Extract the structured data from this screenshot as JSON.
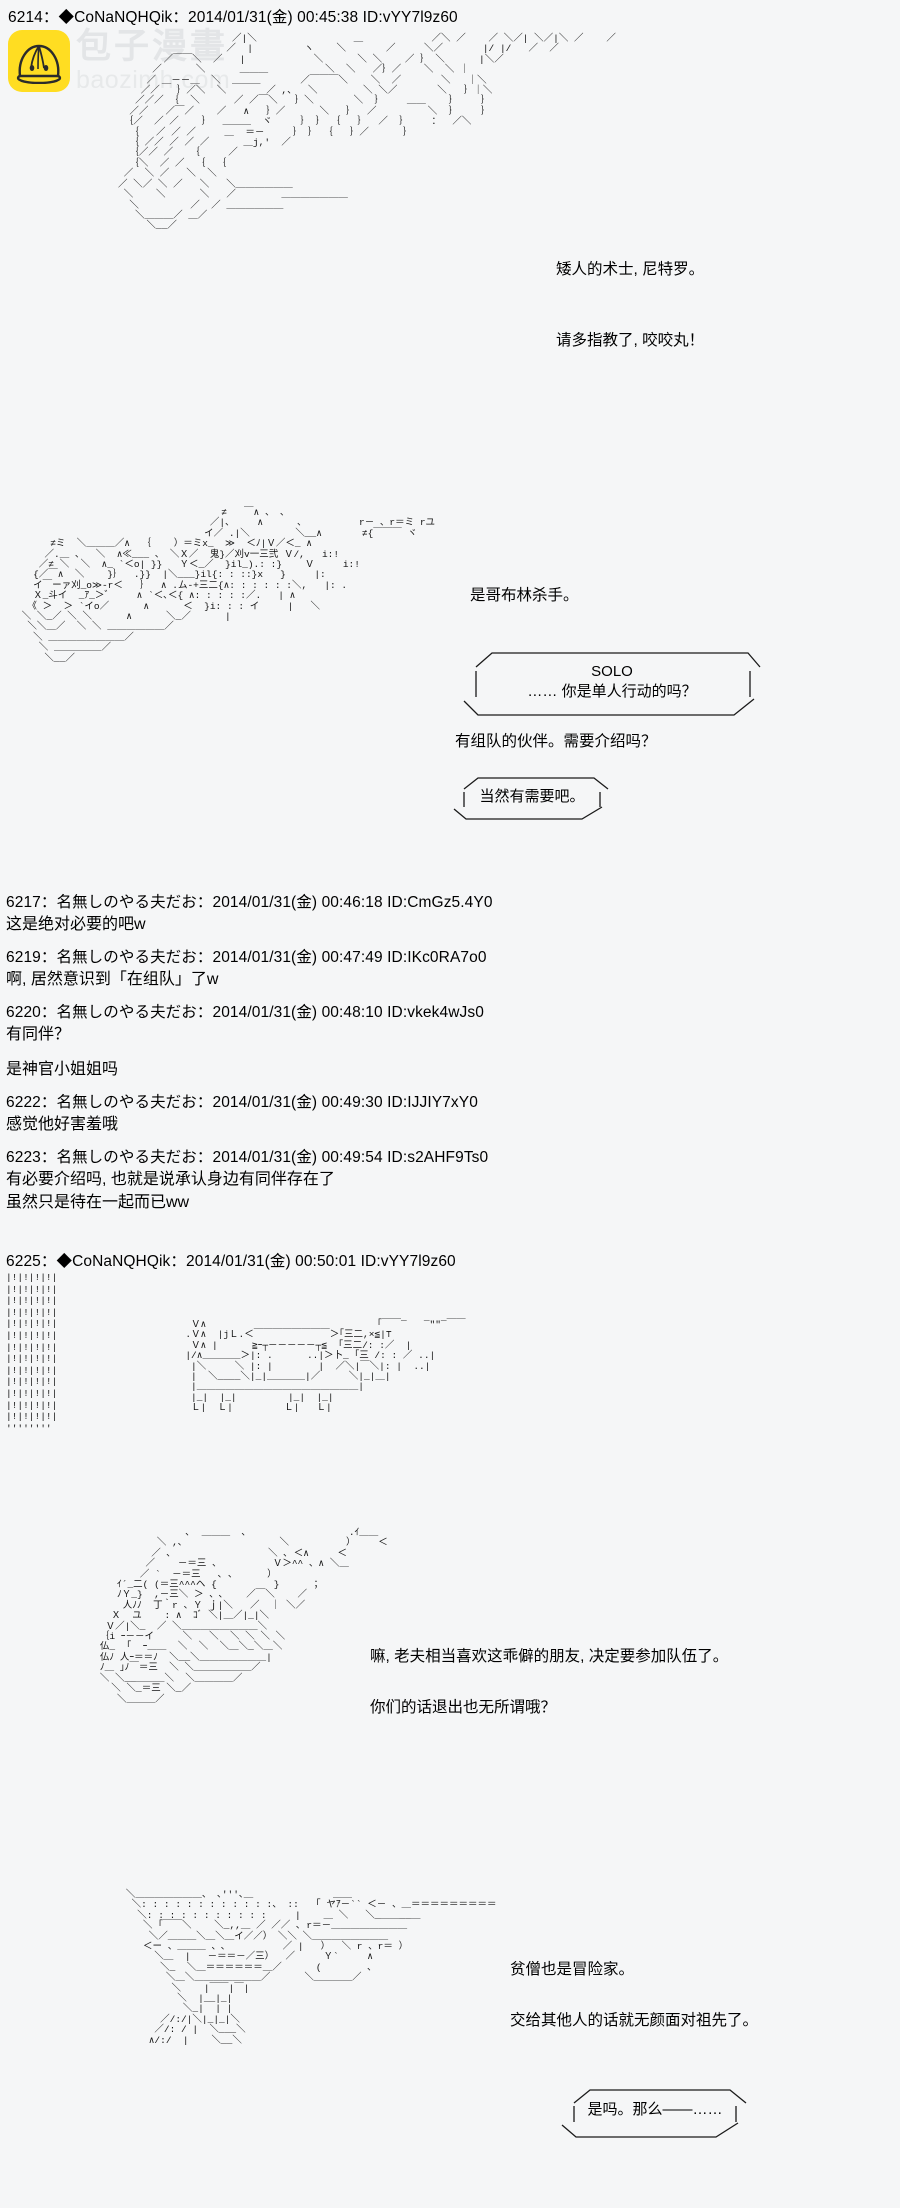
{
  "site": {
    "watermark_text": "包子漫畫",
    "watermark_sub": "baozimh.com",
    "watermark_logo_color": "#ffdd22"
  },
  "posts": [
    {
      "id": "6214",
      "sep1": "：",
      "name": "◆CoNaNQHQik",
      "sep2": "：",
      "datetime": "2014/01/31(金) 00:45:38",
      "uid": "ID:vYY7l9z60",
      "header_full": "6214：◆CoNaNQHQik：2014/01/31(金) 00:45:38 ID:vYY7l9z60"
    },
    {
      "id": "6217",
      "name": "名無しのやる夫だお",
      "datetime": "2014/01/31(金) 00:46:18",
      "uid": "ID:CmGz5.4Y0",
      "header_full": "6217：名無しのやる夫だお：2014/01/31(金) 00:46:18 ID:CmGz5.4Y0",
      "body": "这是绝对必要的吧w"
    },
    {
      "id": "6219",
      "name": "名無しのやる夫だお",
      "datetime": "2014/01/31(金) 00:47:49",
      "uid": "ID:IKc0RA7o0",
      "header_full": "6219：名無しのやる夫だお：2014/01/31(金) 00:47:49 ID:IKc0RA7o0",
      "body": "啊, 居然意识到「在组队」了w"
    },
    {
      "id": "6220",
      "name": "名無しのやる夫だお",
      "datetime": "2014/01/31(金) 00:48:10",
      "uid": "ID:vkek4wJs0",
      "header_full": "6220：名無しのやる夫だお：2014/01/31(金) 00:48:10 ID:vkek4wJs0",
      "body": "有同伴？",
      "body2": "是神官小姐姐吗"
    },
    {
      "id": "6222",
      "name": "名無しのやる夫だお",
      "datetime": "2014/01/31(金) 00:49:30",
      "uid": "ID:IJJIY7xY0",
      "header_full": "6222：名無しのやる夫だお：2014/01/31(金) 00:49:30 ID:IJJIY7xY0",
      "body": "感觉他好害羞哦"
    },
    {
      "id": "6223",
      "name": "名無しのやる夫だお",
      "datetime": "2014/01/31(金) 00:49:54",
      "uid": "ID:s2AHF9Ts0",
      "header_full": "6223：名無しのやる夫だお：2014/01/31(金) 00:49:54 ID:s2AHF9Ts0",
      "body": "有必要介绍吗, 也就是说承认身边有同伴存在了\n虽然只是待在一起而已ww"
    },
    {
      "id": "6225",
      "name": "◆CoNaNQHQik",
      "datetime": "2014/01/31(金) 00:50:01",
      "uid": "ID:vYY7l9z60",
      "header_full": "6225：◆CoNaNQHQik：2014/01/31(金) 00:50:01 ID:vYY7l9z60"
    }
  ],
  "dialogue": {
    "d1": "矮人的术士, 尼特罗。",
    "d2": "请多指教了, 咬咬丸！",
    "d3": "是哥布林杀手。",
    "bubble1_line1": "SOLO",
    "bubble1_line2": "…… 你是单人行动的吗？",
    "d4": "有组队的伙伴。需要介绍吗？",
    "bubble2": "当然有需要吧。",
    "d5": "嘛, 老夫相当喜欢这乖僻的朋友, 决定要参加队伍了。",
    "d6": "你们的话退出也无所谓哦？",
    "d7": "贫僧也是冒险家。",
    "d8": "交给其他人的话就无颜面对祖先了。",
    "bubble3": "是吗。那么——……"
  },
  "art": {
    "art1": "                    ／|＼                 ＿            ／＼ ／    ／ ＼／| ＼／|＼ ／    ／\n                   ／  |         ヽ    ＼       ／     ＼／       |/ |/   ／  ／\n        ／￣￣＼  ／   |            ＼      ＼ ＼    ／ ｝ ＼      |＼／\n      ／      ＼      ＿＿＿          ＼  ＼   ／｝／    ＼  ＼ ｜\n     ／ ＿－－＿  ＼  ＿＿＿       ／￣￣￣＼    ＼  ／       ＼   ｜＼\n    ／／   ｝／＼  ＼       ／ ,、  ＼        ＼ ＼／       ＼   ｝｜＼\n   ／／／ ｛  ＼      ／ ／￣＼   ｝＼       ＼  ｝    ＿＿    ｝    ｝\n  ／／   ／￣／    ／   ∧   ｝／      ＼   ｝  ／         ＼  ｝    ｝\n ｛／  ／ ／    ｝  ＿＿＿  ヾ     ｝ ｝ ｛   ｝  ／  ｝    ：  ／＼\n  ｛   ／ ／ ／     ＿  ＝－     ｝ ｝ ｛   ｝／      ｝\n  ｛ ／／ ／ ／ ／      ＿j,'  ／\n  ｛／／ ／   ｛     ／\n  ｛＼  ／ ／  ｛  ｛\n ／  ＼ ／   ＼  ＼\n／ ＼／ ＼ ／   ＼   ＼＿＿＿＿＿＿\n ＼    ＼      ＼   ／        ＿＿＿＿＿＿＿\n  ＼         ／  ／ ＿＿＿＿＿＿\n   ＼＿＿＿／ ＿／\n     ＼__／",
    "art2": "                                    ≠   ￣∧ 、 ､\n                                  ／|、    ∧      ､          r－ 、r＝ミ rユ\n                                 イ／ .|＼        ＼__∧       ≠{￣￣￣ ヾ\n      ≠ミ  ＼＿＿＿／∧  ｛    ）＝ミx_  ≫  ＜ﾉ|Ｖ／＜_ ∧\n     ／.＿ 、  ＼  ∧≪___ 、 ＼Ｘ／  鬼}／刈v一三弐 Ｖ/,   i:!\n    ／≠ ＼  ＼  ∧_ `＜o| }}   Ｙ＜_／  }il_).: :}    Ｖ     i:!\n   {／￣∧  ＼    }｝  .}}  |＼___}il{: : ::}x   }     |:\n   イ￣ーァ刈_o≫-r＜   ｝  ∧ .ム-+三二{∧: : : : : :＼,   |: .\n   Ｘ_斗イ  _ｱ_＞゛    ∧ `＜､＜{ ∧: : : : :／.   | ∧\n  《 ＞  ＞ `イo／      ∧      ＜  }i: : : イ     |   ＼\n ＼ ＼_／ ＼ ＼      ∧      ＼_／      |\n  ＼＼＿／  ＼ ＼ ＿＿＿＿＿＿／\n   ＼ ＿＿＿＿＿＿＿＿／\n    ＼ ＿＿＿＿＿／\n     ＼__／",
    "art3_left": "|!|!|!|!|\n|!|!|!|!|\n|!|!|!|!|\n|!|!|!|!|\n|!|!|!|!|\n|!|!|!|!|\n|!|!|!|!|\n|!|!|!|!|\n|!|!|!|!|\n|!|!|!|!|\n|!|!|!|!|\n|!|!|!|!|\n|!|!|!|!|\n''''''''",
    "art3": "                              Ｖ∧                              ｢￣￣‾   ‾\"\"‾￣￣\n                             .Ｖ∧  |jＬ.＜￣￣￣￣￣￣￣￣＞｢三二,×≦|⊤\n                              Ｖ∧ |      ≧ｰ┬－－－－－┬≦  ｢三二/: :／  |\n                             |/∧＿＿＿＿＞|: .      ..|＞卜_ ｢三 /: : ／ ..|\n                              |＼     ＼ |: |        |  ／＼|￣＼|: |  ..|\n                              |  ＼____＼|_|＿＿＿＿|／     ＼|_|＿|\n                              |＿＿＿＿＿＿＿＿＿＿＿＿＿＿＿＿＿|\n                              |_|  |_|         |_|  |_|\n                              Ｌ|  Ｌ|         Ｌ|   Ｌ|",
    "art4": "                      ､  ＿＿＿  ､                  .ｲ＿＿\n                 ＼ ,､                 ＼          ）    ＜\n                ／ ､                 ＼ ､ ＜∧     ＜\n               ／    －＝三 、         Ｖ＞^^ 、∧ ＼＿\n              ／ `  －＝三   ､ ､      ）\n          ｲ´_二( (＝三^^^ヘ {          }      ；\n          ﾉＹ_}  ,－三＼ ＞ 、､    ／￣＼    ／\n           人ﾉﾉ  丁｀r 、Ｙ ｊ|＼   ／  ｜ ＼／\n         Ｘ  ユ    : ∧  ｺﾞ ＼|＿／|_|＼\n        Ｖ／|＼_  ／ ＼＿＿＿＿＿＿＿＿＼\n       ｛i ｰ－－イ     ＼   ＼  ＼ ＼ ＼ ＼\n       仏_  ｢  ｰ＿＿  ＼  ＼  ＼＿＼_＼＿＼\n       仏ﾉ 人ｰ＝＝ﾉ  ＼__＼＿＿＿＿＿＿＿|\n       ﾉ＿ ｣ﾉ￣＝三  ＼ ＼＿＿＿＿＿＿／\n       ＼ ＼__＿＿＿＼  ＼＿＿＿＿／\n         ＼ ＼_＝三 ＼_／\n          ＼＿＿＿／",
    "art5": "       ＼＿＿＿＿＿＿＿、 ､'''､＿              ＿＿\n        ＼: : : : : : : : : : : :、 ::   ｢ ヤｱ－`` ＜－ 、＿＝＝＝＝＝＝＝＝＝\n         ＼: : : : : : : : : : :     |    ＿ ＼   ＼_＿＿__＿\n          ＼ ｢￣￣＼    ＼_,,＿ ／ ／／ ､ r＝－＿＿＿＿＿＿＿＿\n           ＼／＿＿＿＼＿＼＿イ／／） ＼＼ ＼＿＿＿＿＿＿＿＿\n          ＜ー 、＿＿＿ 、､          ／ |   ）  ＼ r 、r＝ ）\n            ＼＿  |   －＝＝－／三）  ／     Ｙ`     ∧\n             ＼_  ＼＿＝＝＝＝＝＝＿／      (        ､\n              ＼＿＼＿＿＿＿＿＿＿／      ＼＿＿＿＿／\n               ＼    |￣￣|￣|\n                ＼  |__|_|\n                 ＼_|  | |\n             ／/:/|＼|_|_|＼\n            ／/: / |  ＼___＼\n           ∧/:/  |    ＼__＼"
  },
  "bubbles": {
    "b1_top": "  ／￣￣￣￣￣￣￣￣￣￣￣￣￣￣￣￣￣￣￣＼",
    "b1_bot": "  ＼＿＿＿＿＿＿＿＿＿＿＿＿＿＿＿＿＿＿＿／",
    "b2_top": "  ／￣￣￣￣￣￣￣＼",
    "b2_bot": "  ＼＿＿＿＿＿＿＿／",
    "b3_top": "  ／￣￣￣￣￣￣￣￣￣￣＼",
    "b3_bot": "  ＼＿＿＿＿＿＿＿＿＿＿／"
  }
}
